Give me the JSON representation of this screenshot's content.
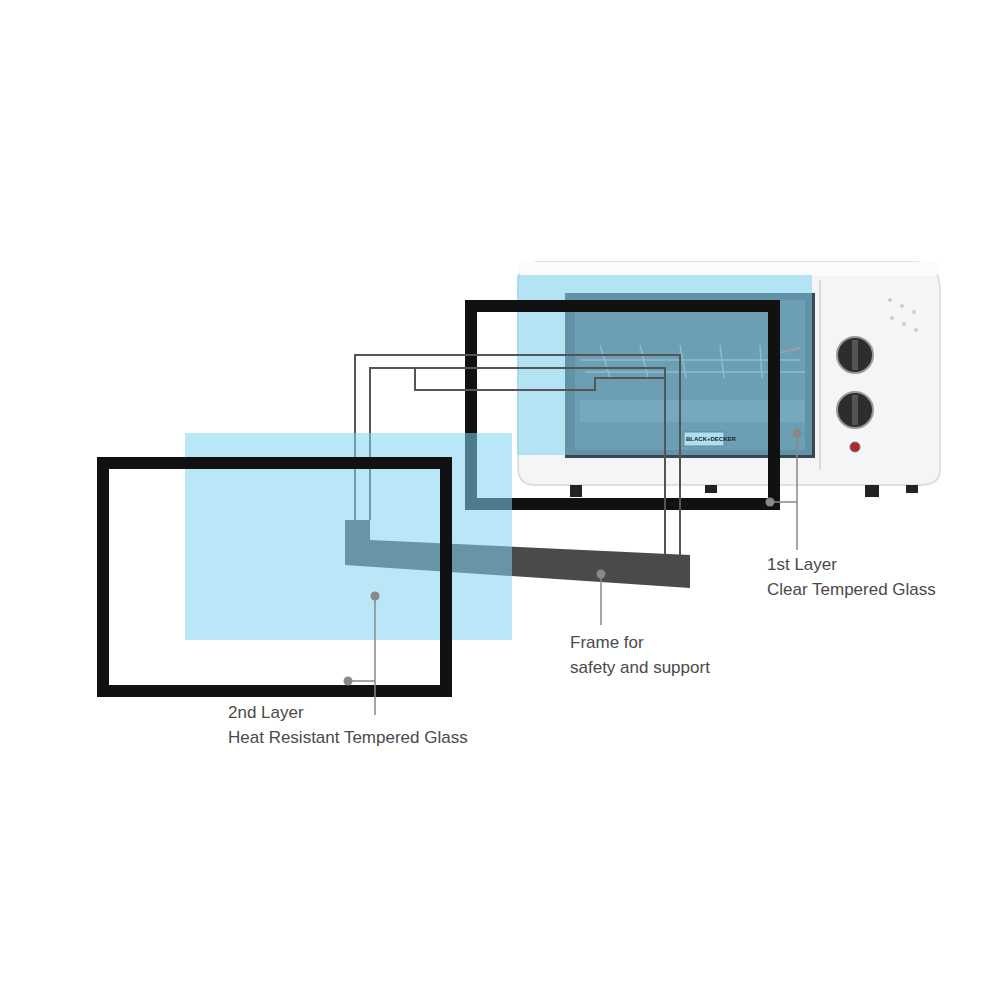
{
  "diagram": {
    "labels": [
      "BLACK+DECKER",
      "1st Layer",
      "Clear Tempered Glass",
      "Frame for",
      "safety and support",
      "2nd Layer",
      "Heat Resistant Tempered Glass"
    ]
  }
}
